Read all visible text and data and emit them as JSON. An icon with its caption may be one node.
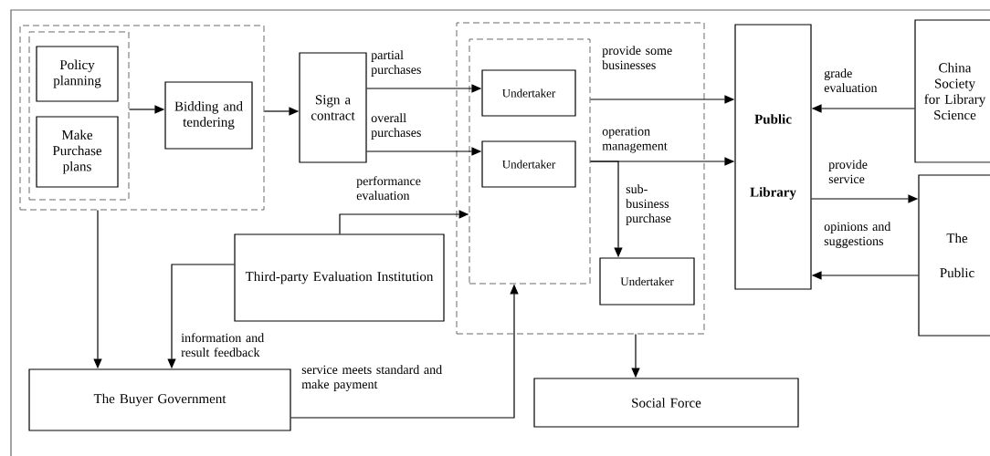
{
  "diagram": {
    "nodes": [
      {
        "text": [],
        "shape": "box"
      },
      {
        "text": [],
        "shape": "box",
        "in": 0
      },
      {
        "text": [
          "Policy planning"
        ],
        "in": 1
      },
      {
        "text": [
          "Make Purchase plans"
        ],
        "in": 1
      },
      {
        "text": [
          "Bidding and tendering"
        ],
        "in": 0
      },
      {
        "text": [
          "Sign a contract"
        ]
      },
      {
        "text": [],
        "shape": "box"
      },
      {
        "text": [],
        "shape": "box",
        "in": 6
      },
      {
        "text": [
          "Undertaker"
        ],
        "in": 7
      },
      {
        "text": [
          "Undertaker"
        ],
        "in": 7
      },
      {
        "text": [
          "Undertaker"
        ],
        "in": 6
      },
      {
        "text": [
          "Public Library"
        ]
      },
      {
        "text": [
          "China Society for Library Science"
        ]
      },
      {
        "text": [
          "The Public"
        ]
      },
      {
        "text": [
          "Third-party Evaluation Institution"
        ]
      },
      {
        "text": [
          "The Buyer Government"
        ]
      },
      {
        "text": [
          "Social Force"
        ]
      }
    ],
    "edges": [
      {
        "from": 1,
        "to": 4,
        "arrow": "to"
      },
      {
        "from": 0,
        "to": 5,
        "arrow": "to"
      },
      {
        "from": 5,
        "to": 8,
        "arrow": "to",
        "label": "partial purchases"
      },
      {
        "from": 5,
        "to": 9,
        "arrow": "to",
        "label": "overall purchases"
      },
      {
        "from": 14,
        "to": 7,
        "arrow": "to",
        "label": "performance evaluation"
      },
      {
        "from": 7,
        "to": 11,
        "arrow": "to",
        "label": "provide some businesses"
      },
      {
        "from": 7,
        "to": 11,
        "arrow": "to",
        "label": "operation management"
      },
      {
        "from": 7,
        "to": 10,
        "arrow": "to",
        "label": "sub-business purchase"
      },
      {
        "from": 12,
        "to": 11,
        "arrow": "to",
        "label": "grade evaluation"
      },
      {
        "from": 11,
        "to": 13,
        "arrow": "to",
        "label": "provide service"
      },
      {
        "from": 13,
        "to": 11,
        "arrow": "to",
        "label": "opinions and suggestions"
      },
      {
        "from": 0,
        "to": 15,
        "arrow": "to"
      },
      {
        "from": 14,
        "to": 15,
        "arrow": "to",
        "label": "information and result feedback"
      },
      {
        "from": 15,
        "to": 7,
        "arrow": "to",
        "label": "service meets standard and make payment"
      },
      {
        "from": 6,
        "to": 16,
        "arrow": "to"
      }
    ]
  }
}
